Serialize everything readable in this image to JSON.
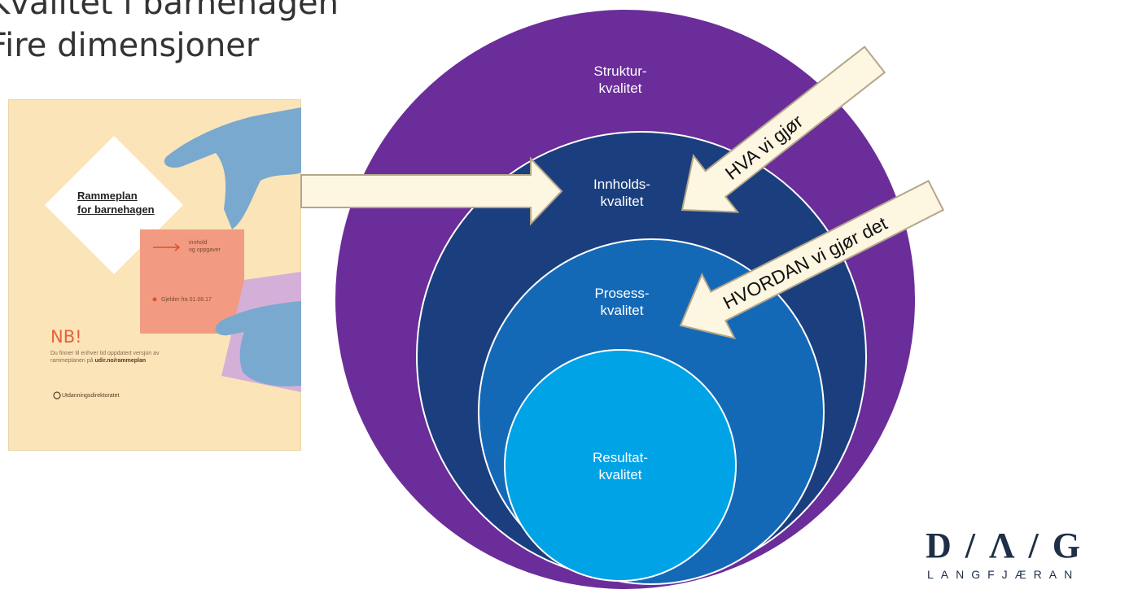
{
  "title": {
    "line1": "Kvalitet i barnehagen",
    "line2": "Fire dimensjoner"
  },
  "cover": {
    "title_line1": "Rammeplan",
    "title_line2": "for barnehagen",
    "card_line1": "innhold",
    "card_line2": "og oppgaver",
    "card_footnote": "Gjelder fra 01.08.17",
    "nb": "NB!",
    "text": "Du finner til enhver tid oppdatert versjon av rammeplanen på",
    "url": "udir.no/rammeplan",
    "publisher": "Utdanningsdirektoratet"
  },
  "circles": {
    "struktur": {
      "line1": "Struktur-",
      "line2": "kvalitet"
    },
    "innhold": {
      "line1": "Innholds-",
      "line2": "kvalitet"
    },
    "prosess": {
      "line1": "Prosess-",
      "line2": "kvalitet"
    },
    "resultat": {
      "line1": "Resultat-",
      "line2": "kvalitet"
    }
  },
  "arrows": {
    "hva": "HVA vi gjør",
    "hvordan": "HVORDAN vi gjør det"
  },
  "logo": {
    "main": "D / Λ / G",
    "sub": "LANGFJÆRAN"
  },
  "colors": {
    "struktur": "#6b2d9a",
    "innhold": "#1b3f7e",
    "prosess": "#1469b7",
    "resultat": "#00a3e6",
    "arrow_fill": "#fdf6e1"
  }
}
